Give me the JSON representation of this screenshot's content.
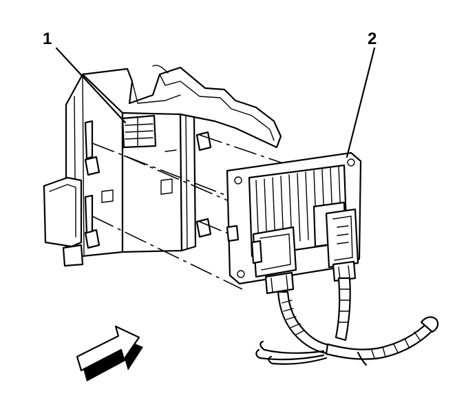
{
  "callouts": [
    {
      "id": "1",
      "label": "1"
    },
    {
      "id": "2",
      "label": "2"
    }
  ],
  "colors": {
    "ink": "#000000",
    "paper": "#ffffff"
  },
  "icons": [
    "direction-arrow-icon"
  ]
}
